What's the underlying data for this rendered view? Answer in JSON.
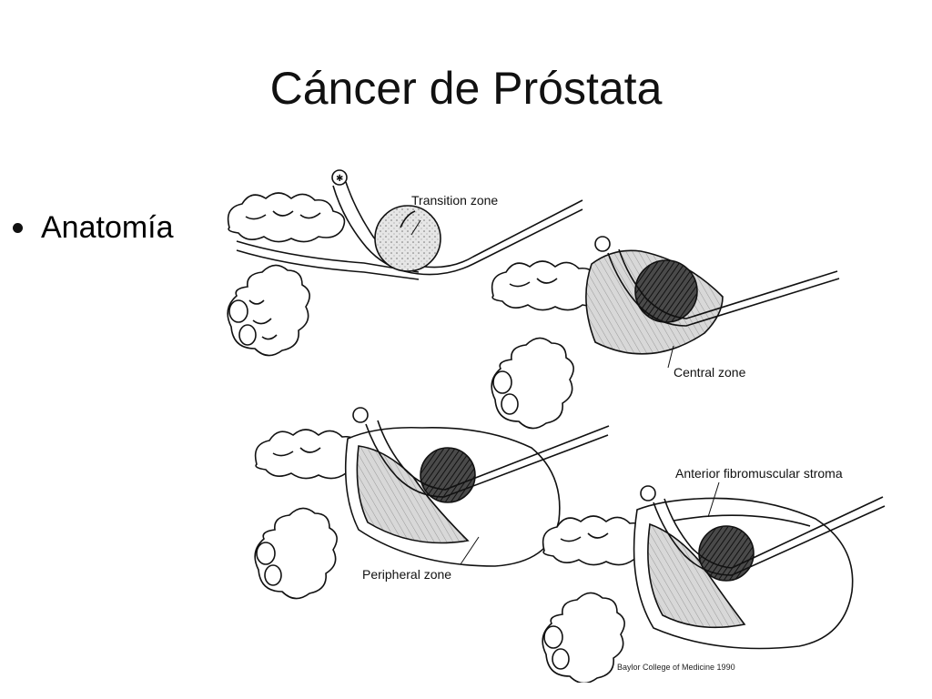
{
  "slide": {
    "title": "Cáncer de Próstata",
    "bullets": [
      "Anatomía"
    ]
  },
  "figure": {
    "labels": {
      "transition_zone": "Transition zone",
      "central_zone": "Central zone",
      "peripheral_zone": "Peripheral zone",
      "anterior_stroma": "Anterior fibromuscular stroma"
    },
    "credit": "Baylor College of Medicine 1990",
    "colors": {
      "line": "#111111",
      "shade": "#bdbdbd",
      "dark": "#3a3a3a",
      "background": "#ffffff"
    }
  }
}
